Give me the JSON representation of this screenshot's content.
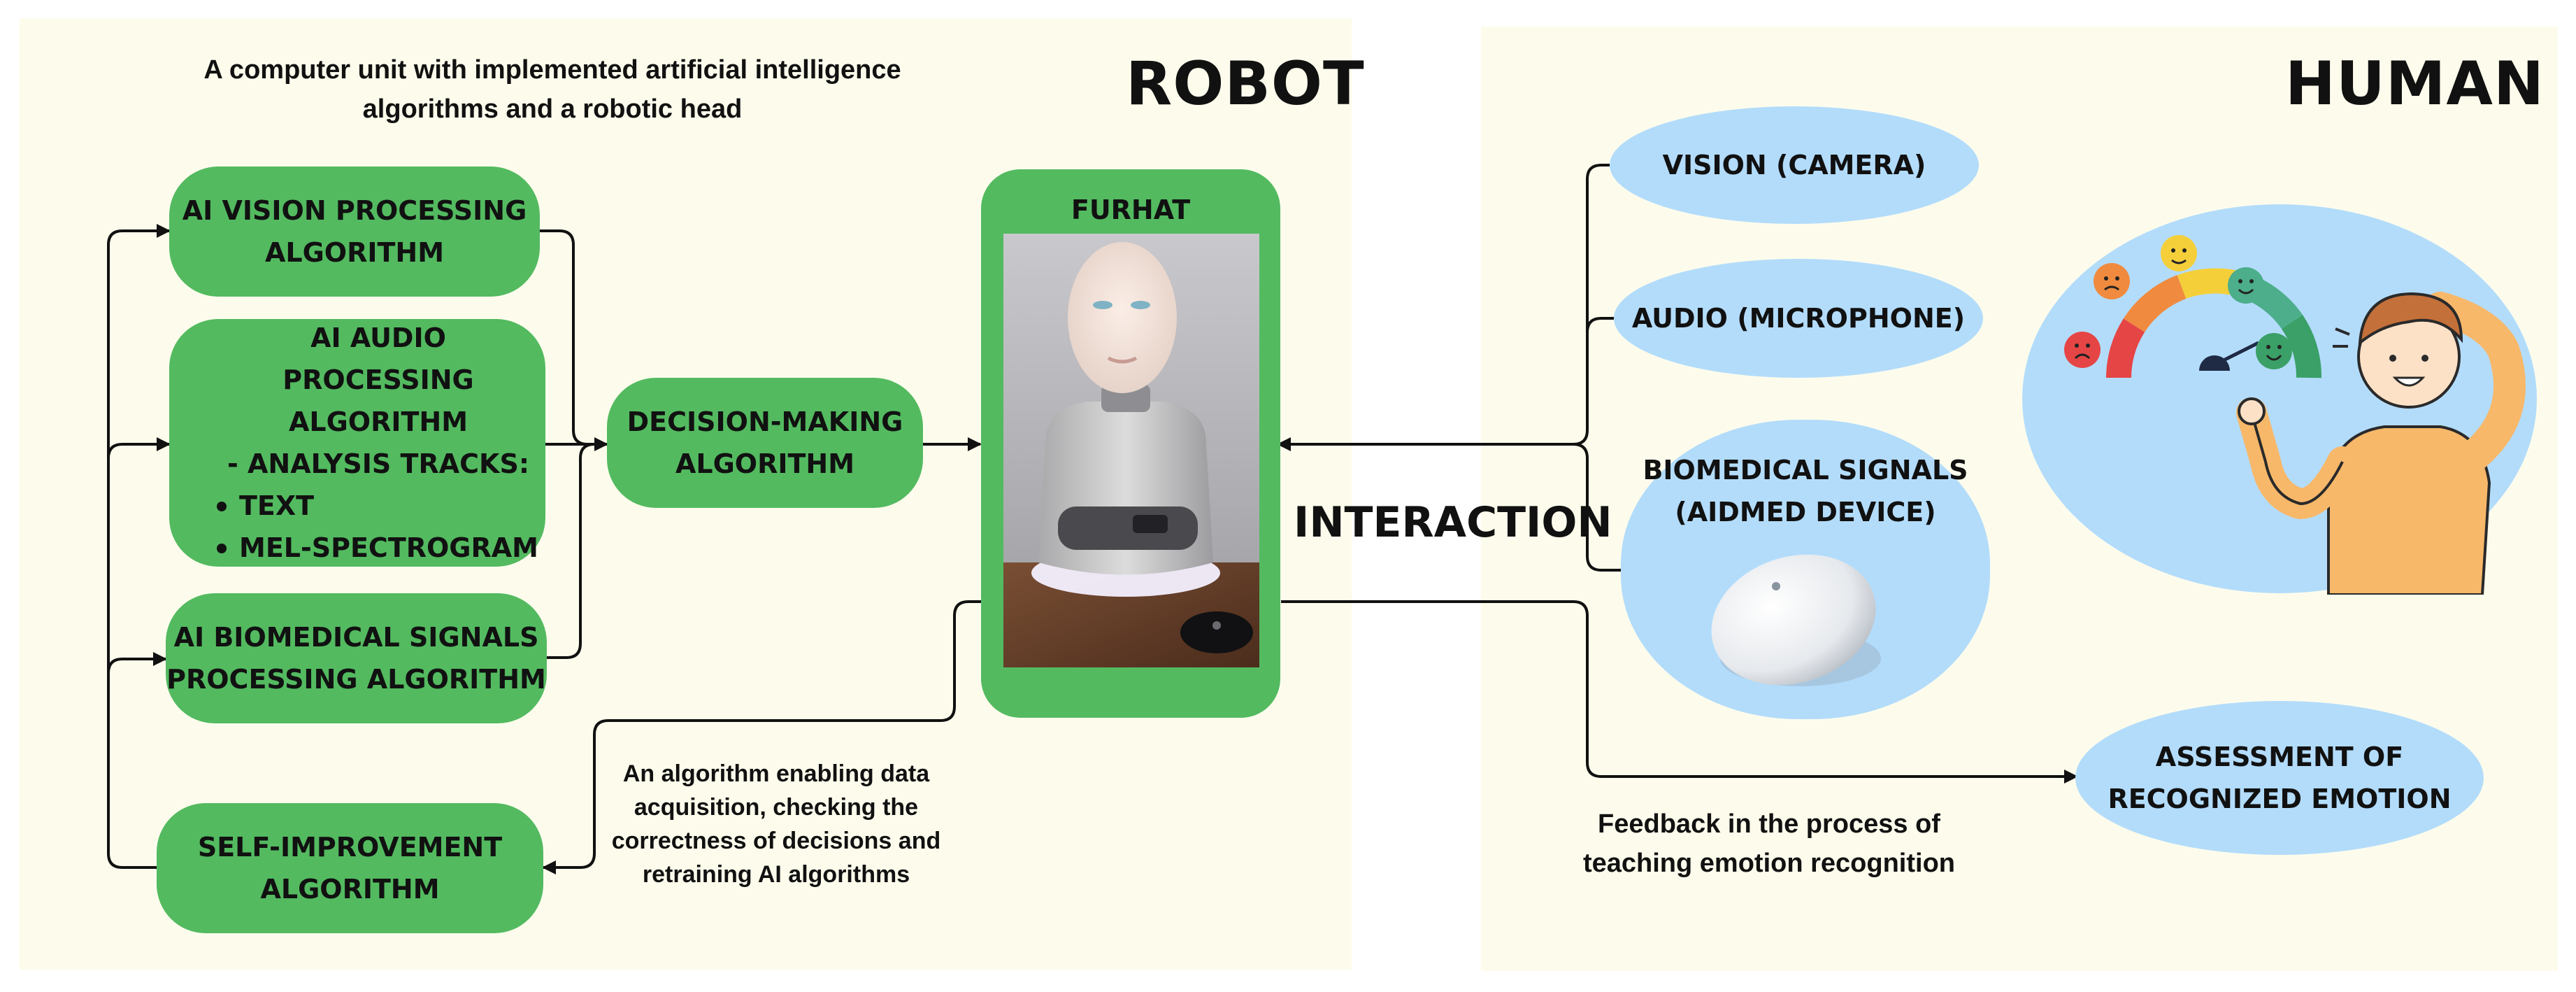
{
  "robot": {
    "heading": "ROBOT",
    "description_line1": "A computer unit with implemented artificial intelligence",
    "description_line2": "algorithms and a robotic head",
    "vision_line1": "AI  VISION PROCESSING",
    "vision_line2": "ALGORITHM",
    "audio_line1": "AI  AUDIO PROCESSING",
    "audio_line2": "ALGORITHM",
    "audio_line3": "- ANALYSIS TRACKS:",
    "audio_tracks": [
      "TEXT",
      "MEL-SPECTROGRAM"
    ],
    "biomedical_line1": "AI  BIOMEDICAL SIGNALS",
    "biomedical_line2": "PROCESSING ALGORITHM",
    "self_improvement_line1": "SELF-IMPROVEMENT",
    "self_improvement_line2": "ALGORITHM",
    "decision_line1": "DECISION-MAKING",
    "decision_line2": "ALGORITHM",
    "furhat_label": "FURHAT",
    "self_improvement_caption_line1": "An algorithm enabling data",
    "self_improvement_caption_line2": "acquisition, checking the",
    "self_improvement_caption_line3": "correctness of decisions and",
    "self_improvement_caption_line4": "retraining AI algorithms"
  },
  "interaction_label": "INTERACTION",
  "human": {
    "heading": "HUMAN",
    "vision": "VISION (CAMERA)",
    "audio": "AUDIO (MICROPHONE)",
    "biomedical_line1": "BIOMEDICAL SIGNALS",
    "biomedical_line2": "(AIDMED DEVICE)",
    "assessment_line1": "ASSESSMENT OF",
    "assessment_line2": "RECOGNIZED EMOTION",
    "feedback_line1": "Feedback in the process of",
    "feedback_line2": "teaching emotion recognition"
  },
  "colors": {
    "panel": "#fdfcec",
    "green": "#53ba60",
    "blue": "#b3dcfb",
    "line": "#111111"
  }
}
